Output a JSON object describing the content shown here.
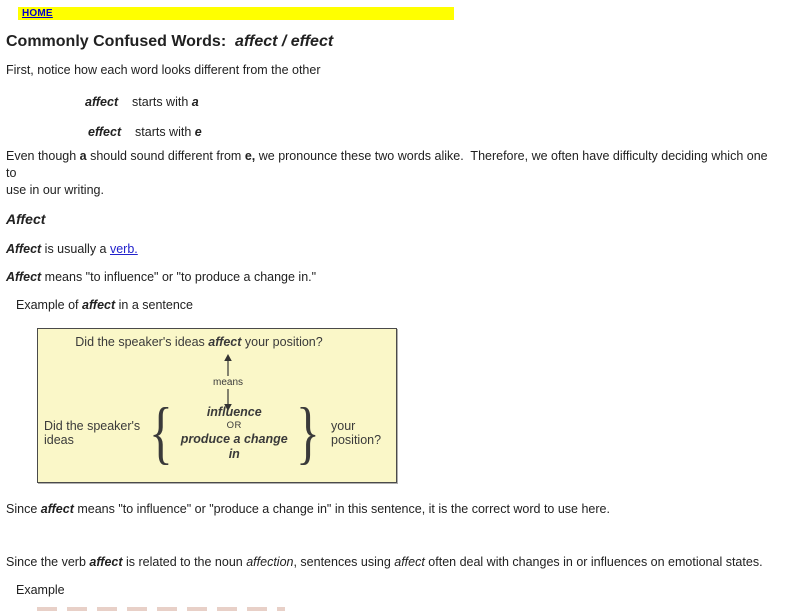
{
  "home_bar": {
    "label": "HOME",
    "bar_color": "#FFFF00",
    "link_color": "#0000CC"
  },
  "heading": [
    {
      "t": "Commonly Confused Words:  ",
      "b": 1
    },
    {
      "t": "affect / effect",
      "b": 1,
      "i": 1
    }
  ],
  "paragraphs": {
    "intro": [
      {
        "t": "First, notice how each word looks different from the other"
      }
    ],
    "affect_line": [
      {
        "t": "affect",
        "b": 1,
        "i": 1
      },
      {
        "t": "    starts with "
      },
      {
        "t": "a",
        "b": 1,
        "i": 1
      }
    ],
    "effect_line": [
      {
        "t": "effect",
        "b": 1,
        "i": 1
      },
      {
        "t": "    starts with "
      },
      {
        "t": "e",
        "b": 1,
        "i": 1
      }
    ],
    "pronounce": [
      {
        "t": "Even though "
      },
      {
        "t": "a",
        "b": 1
      },
      {
        "t": " should sound different from "
      },
      {
        "t": "e,",
        "b": 1
      },
      {
        "t": " we pronounce these two words alike.  Therefore, we often have difficulty deciding which one to\nuse in our writing."
      }
    ],
    "affect_heading": [
      {
        "t": "Affect"
      }
    ],
    "usually_verb": [
      {
        "t": "Affect",
        "b": 1,
        "i": 1
      },
      {
        "t": " is usually a "
      },
      {
        "t": "verb.",
        "link": 1
      }
    ],
    "means_def": [
      {
        "t": "Affect",
        "b": 1,
        "i": 1
      },
      {
        "t": " means \"to influence\" or \"to produce a change in.\""
      }
    ],
    "example_label": [
      {
        "t": "Example of "
      },
      {
        "t": "affect",
        "b": 1,
        "i": 1
      },
      {
        "t": " in a sentence"
      }
    ],
    "since1": [
      {
        "t": "Since "
      },
      {
        "t": "affect",
        "b": 1,
        "i": 1
      },
      {
        "t": " means \"to influence\" or \"produce a change in\" in this sentence, it is the correct word to use here."
      }
    ],
    "since2": [
      {
        "t": "Since the verb "
      },
      {
        "t": "affect",
        "b": 1,
        "i": 1
      },
      {
        "t": " is related to the noun "
      },
      {
        "t": "affection",
        "i": 1
      },
      {
        "t": ", sentences using "
      },
      {
        "t": "affect",
        "i": 1
      },
      {
        "t": " often deal with changes in or influences on emotional states."
      }
    ],
    "example2_label": [
      {
        "t": "Example"
      }
    ]
  },
  "diagram": {
    "bg_color": "#FAF7C8",
    "border_color": "#4A4A4A",
    "line1": [
      {
        "t": "Did the speaker's ideas "
      },
      {
        "t": "affect",
        "b": 1,
        "i": 1
      },
      {
        "t": " your position?"
      }
    ],
    "means_label": "means",
    "left_label": "Did the speaker's ideas",
    "brace_left": "{",
    "brace_right": "}",
    "option1": "influence",
    "or_label": "OR",
    "option2": "produce a change in",
    "right_label": "your position?"
  }
}
